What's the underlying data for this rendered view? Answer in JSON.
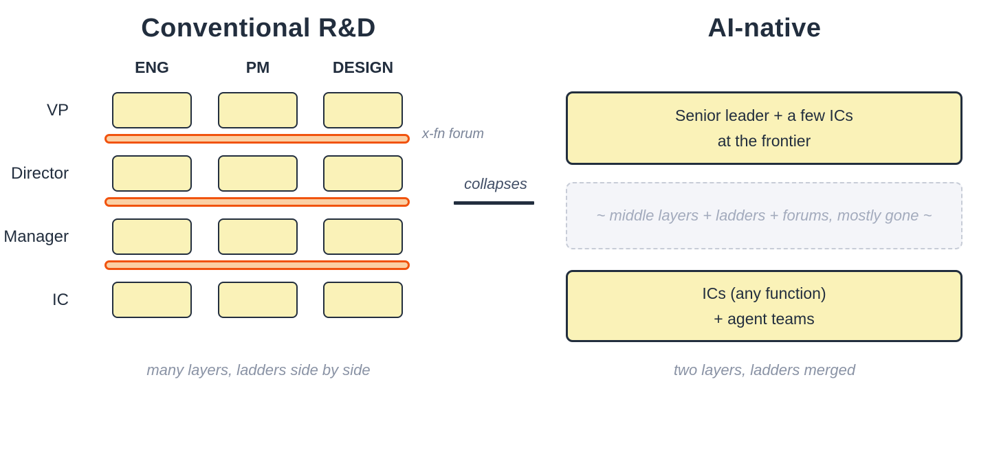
{
  "left_panel": {
    "title": "Conventional R&D",
    "columns": [
      "ENG",
      "PM",
      "DESIGN"
    ],
    "rows": [
      "VP",
      "Director",
      "Manager",
      "IC"
    ],
    "forum_label": "x-fn forum",
    "caption": "many layers, ladders side by side"
  },
  "middle": {
    "label": "collapses"
  },
  "right_panel": {
    "title": "AI-native",
    "top_box": {
      "line1": "Senior leader + a few ICs",
      "line2": "at the frontier"
    },
    "middle_box": {
      "text": "~ middle layers + ladders + forums, mostly gone ~"
    },
    "bottom_box": {
      "line1": "ICs (any function)",
      "line2": "+ agent teams"
    },
    "caption": "two layers, ladders merged"
  },
  "colors": {
    "ink": "#222e3e",
    "cell_fill": "#faf2b8",
    "bar_border": "#f1530e",
    "bar_fill": "#fbd0a4",
    "muted_text": "#8a93a5",
    "dashed_border": "#c7ccd7",
    "dashed_fill": "#f4f5f9",
    "dashed_text": "#a3abbd"
  }
}
